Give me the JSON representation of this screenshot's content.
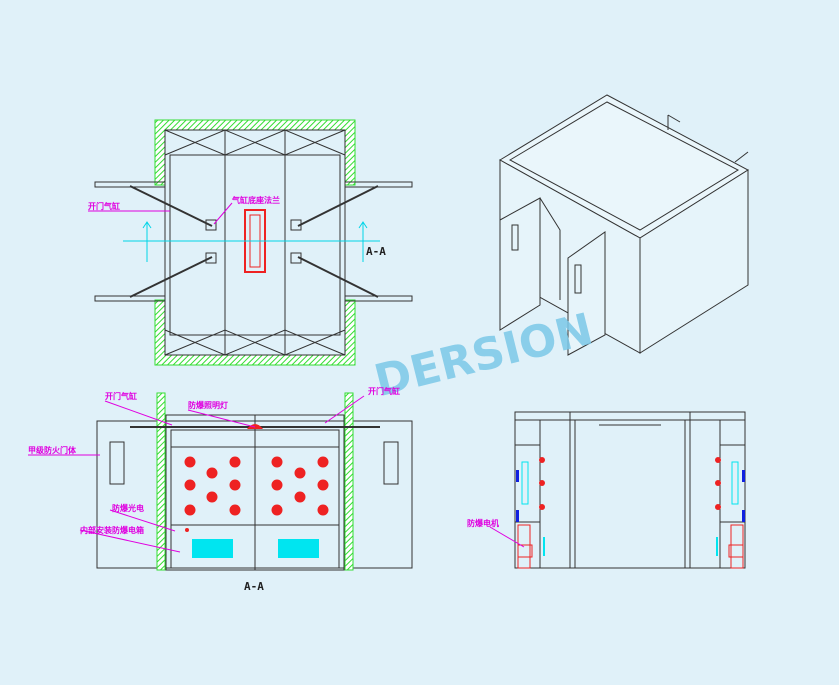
{
  "watermark": "DERSION",
  "plan_view": {
    "label_cylinder": "开门气缸",
    "label_flange": "气缸底座法兰",
    "section_mark": "A-A"
  },
  "section_view": {
    "label_cylinder_left": "开门气缸",
    "label_cylinder_right": "开门气缸",
    "label_light": "防爆照明灯",
    "label_door": "甲级防火门体",
    "label_photo": "防爆光电",
    "label_box": "内部安装防爆电箱",
    "title": "A-A"
  },
  "side_view": {
    "label_motor": "防爆电机"
  },
  "colors": {
    "wall": "#33dd33",
    "accent": "#e000e0",
    "red": "#ee2222",
    "cyan": "#00e5f0",
    "blue": "#1020e0"
  }
}
